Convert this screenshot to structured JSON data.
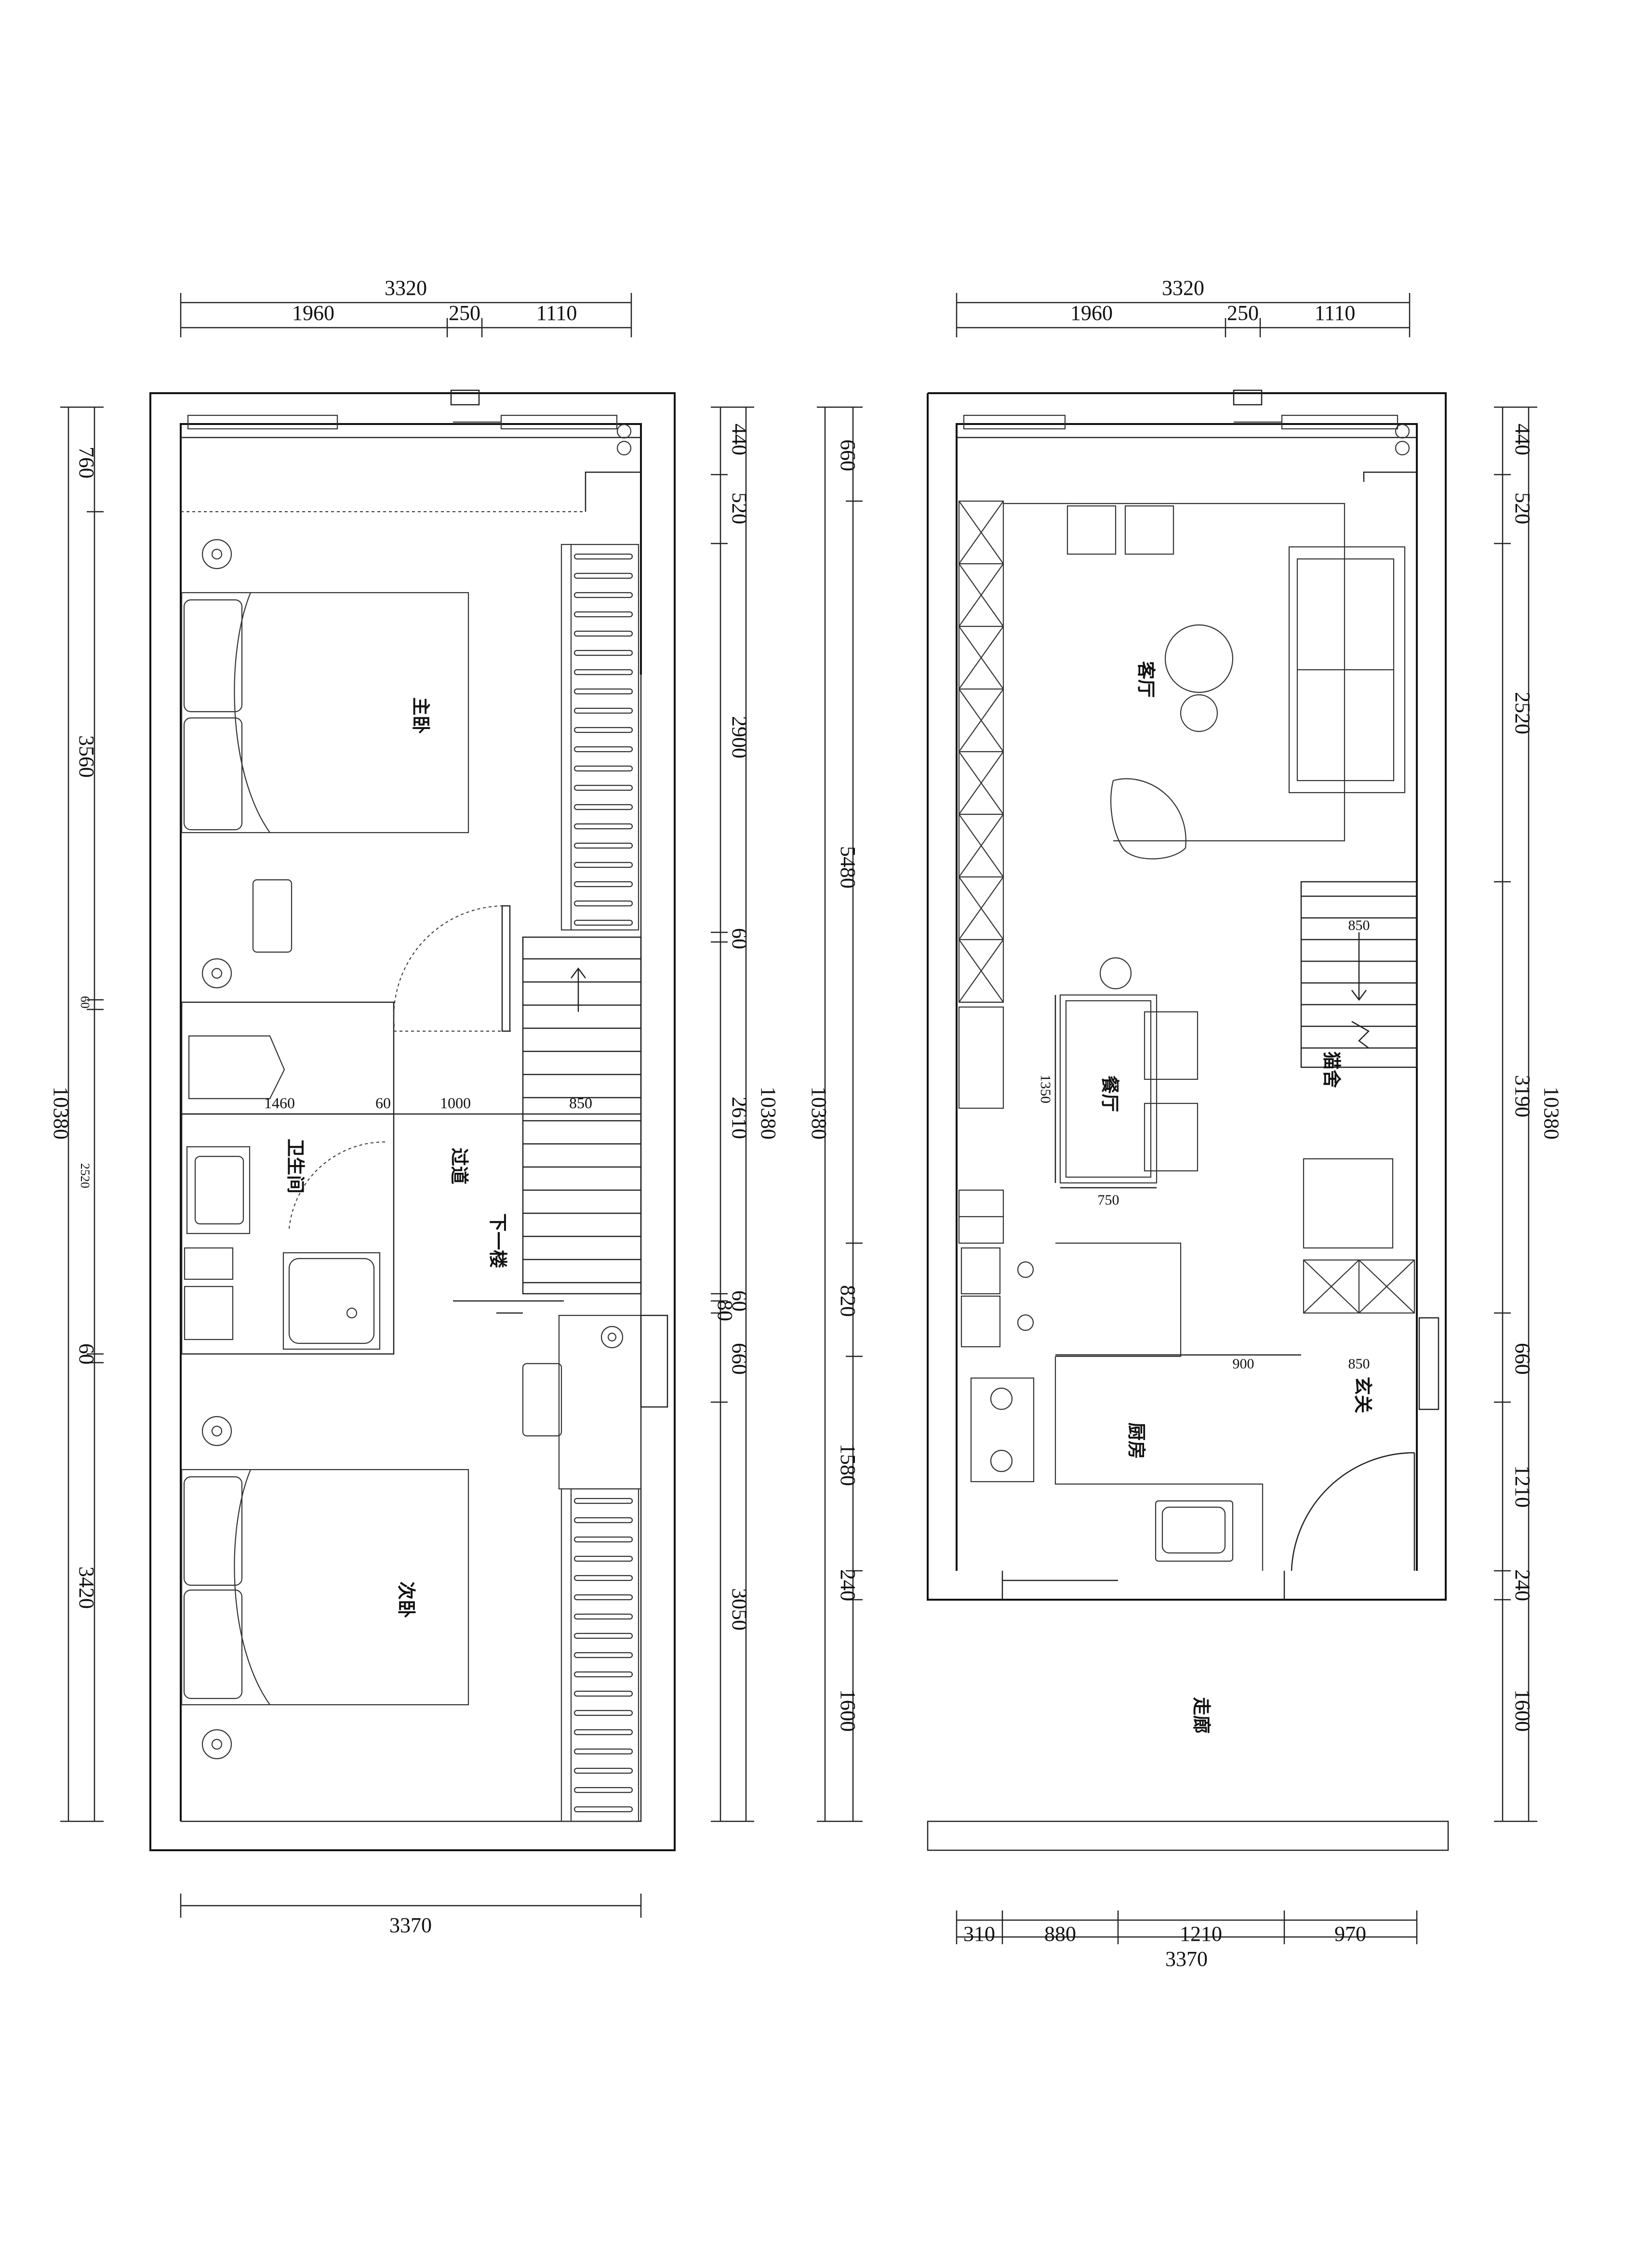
{
  "plans": {
    "upper": {
      "rooms": {
        "master_bedroom": "主卧",
        "second_bedroom": "次卧",
        "bathroom": "卫生间",
        "corridor": "过道",
        "stairs_down": "下一楼"
      },
      "dims_top": {
        "total": "3320",
        "a": "1960",
        "b": "250",
        "c": "1110"
      },
      "dims_bottom": {
        "total": "3370"
      },
      "dims_left": {
        "a": "760",
        "b": "3560",
        "c": "60",
        "d": "2520",
        "e": "60",
        "f": "3420",
        "total": "10380"
      },
      "dims_right": {
        "a": "440",
        "b": "520",
        "c": "2900",
        "d": "60",
        "e": "2610",
        "f": "60",
        "g": "80",
        "h": "660",
        "i": "3050",
        "total": "10380"
      },
      "dims_inner": {
        "a": "1460",
        "b": "60",
        "c": "1000",
        "d": "850"
      }
    },
    "lower": {
      "rooms": {
        "living_room": "客厅",
        "dining_room": "餐厅",
        "cat_house": "猫舍",
        "kitchen": "厨房",
        "entrance": "玄关",
        "hallway": "走廊"
      },
      "dims_top": {
        "total": "3320",
        "a": "1960",
        "b": "250",
        "c": "1110"
      },
      "dims_bottom": {
        "a": "310",
        "b": "880",
        "c": "1210",
        "d": "970",
        "total": "3370"
      },
      "dims_left": {
        "a": "660",
        "b": "5480",
        "c": "820",
        "d": "1580",
        "e": "240",
        "f": "1600",
        "total": "10380"
      },
      "dims_right": {
        "a": "440",
        "b": "520",
        "c": "2520",
        "d": "3190",
        "e": "660",
        "f": "1210",
        "g": "240",
        "h": "1600",
        "total": "10380"
      },
      "dims_inner": {
        "stair": "850",
        "table_depth": "1350",
        "table_width": "750",
        "kitchen_a": "900",
        "kitchen_b": "850"
      }
    }
  }
}
